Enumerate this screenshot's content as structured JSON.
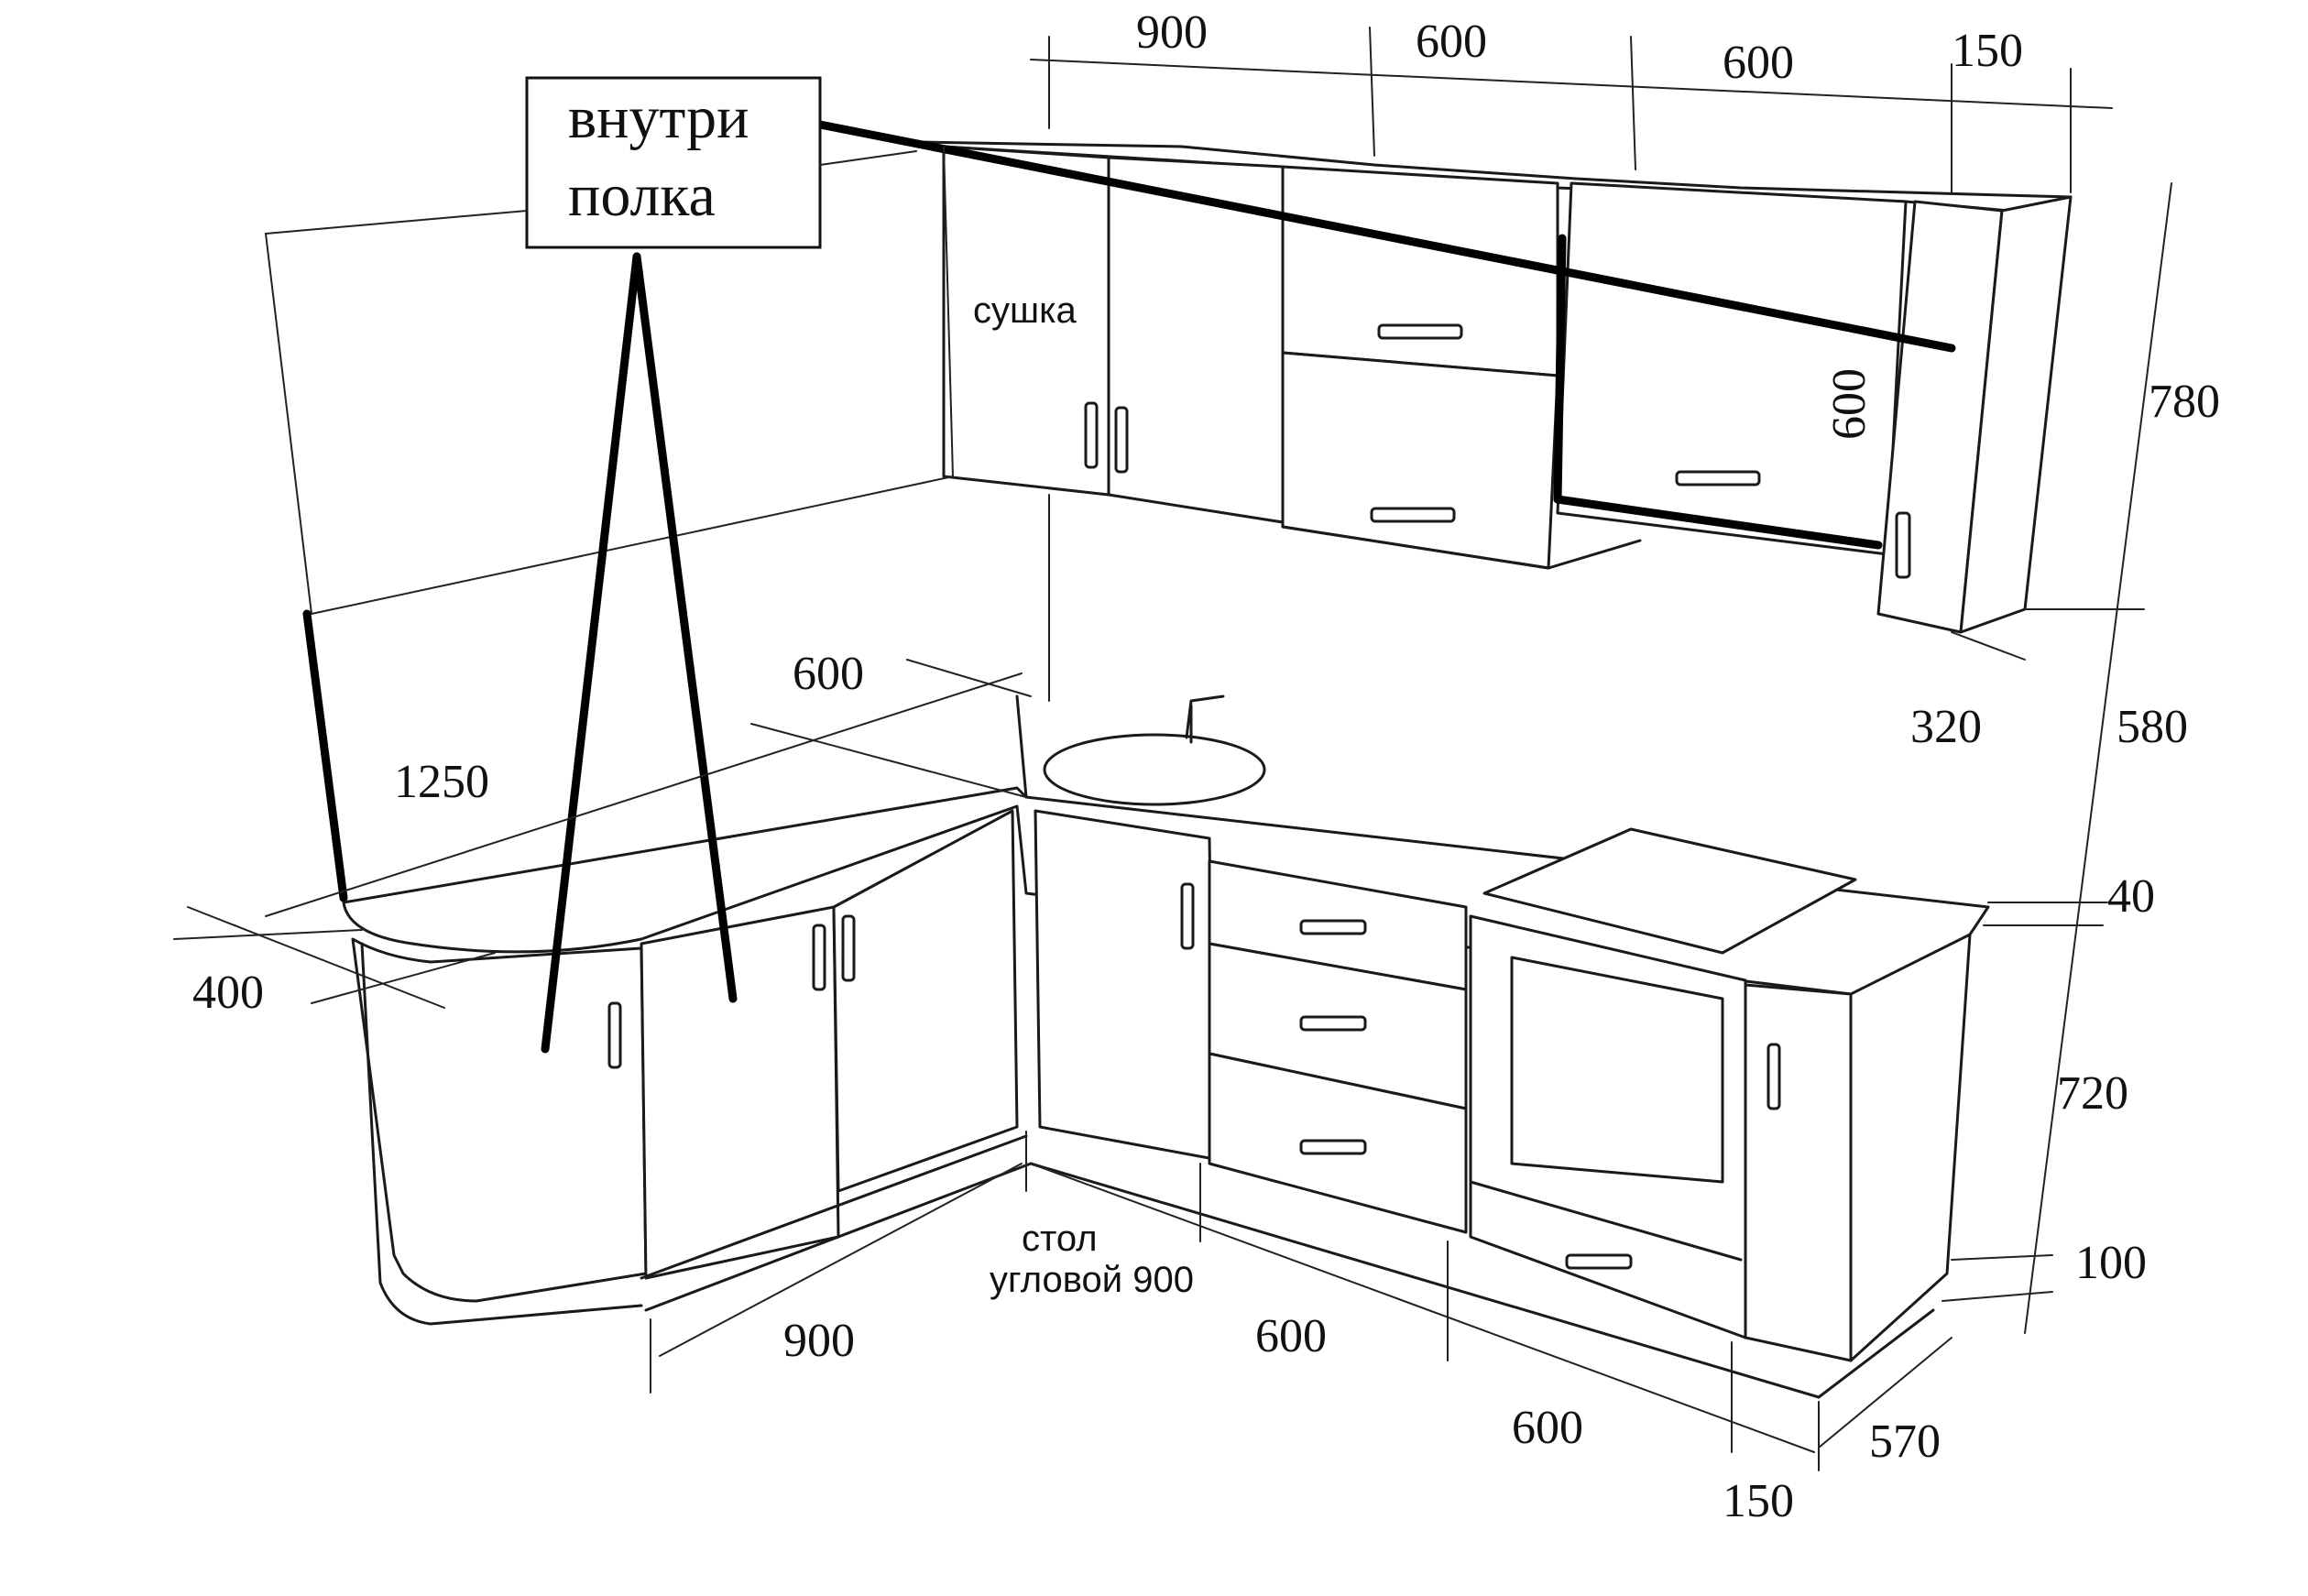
{
  "note": {
    "line1": "внутри",
    "line2": "полка"
  },
  "labels": {
    "dryer": "сушка",
    "corner_table_line1": "стол",
    "corner_table_line2": "угловой 900"
  },
  "dimensions": {
    "top_900": "900",
    "top_600_a": "600",
    "top_600_b": "600",
    "top_150": "150",
    "wall_780": "780",
    "wall_cab_600": "600",
    "depth_320": "320",
    "gap_580": "580",
    "worktop_40": "40",
    "base_720": "720",
    "plinth_100": "100",
    "depth_570": "570",
    "left_1250": "1250",
    "left_600": "600",
    "left_400": "400",
    "base_900": "900",
    "base_600_a": "600",
    "base_600_b": "600",
    "base_150": "150"
  },
  "colors": {
    "line": "#1a1a1a",
    "background": "#ffffff"
  }
}
